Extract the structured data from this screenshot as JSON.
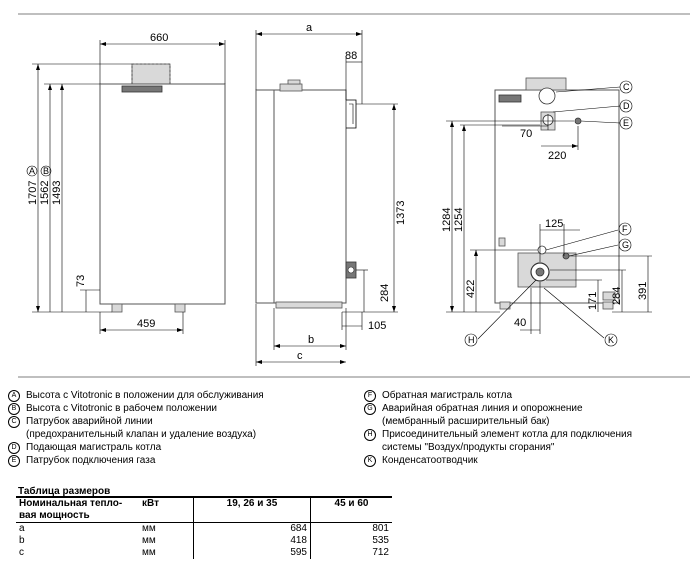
{
  "front_view": {
    "dim_width": "660",
    "dim_a": "1707",
    "dim_b": "1562",
    "dim_h": "1493",
    "dim_small": "73",
    "dim_bottom": "459",
    "marker_a": "A",
    "marker_b": "B"
  },
  "side_view": {
    "dim_a": "a",
    "dim_88": "88",
    "dim_1373": "1373",
    "dim_284": "284",
    "dim_105": "105",
    "dim_b": "b",
    "dim_c": "c"
  },
  "rear_view": {
    "dim_70": "70",
    "dim_220": "220",
    "dim_1284": "1284",
    "dim_1254": "1254",
    "dim_125": "125",
    "dim_422": "422",
    "dim_171": "171",
    "dim_284": "284",
    "dim_391": "391",
    "dim_40": "40",
    "callouts": [
      "C",
      "D",
      "E",
      "F",
      "G",
      "H",
      "K"
    ]
  },
  "legend": {
    "left": [
      {
        "letter": "A",
        "text": "Высота с Vitotronic в положении для обслуживания"
      },
      {
        "letter": "B",
        "text": "Высота с Vitotronic в рабочем положении"
      },
      {
        "letter": "C",
        "text": "Патрубок аварийной линии",
        "text2": "(предохранительный клапан и удаление воздуха)"
      },
      {
        "letter": "D",
        "text": "Подающая магистраль котла"
      },
      {
        "letter": "E",
        "text": "Патрубок подключения газа"
      }
    ],
    "right": [
      {
        "letter": "F",
        "text": "Обратная магистраль котла"
      },
      {
        "letter": "G",
        "text": "Аварийная обратная линия и опорожнение",
        "text2": "(мембранный расширительный бак)"
      },
      {
        "letter": "H",
        "text": "Присоединительный элемент котла для подключения",
        "text2": "системы \"Воздух/продукты сгорания\""
      },
      {
        "letter": "K",
        "text": "Конденсатоотводчик"
      }
    ]
  },
  "table": {
    "title": "Таблица размеров",
    "header": {
      "label": "Номинальная тепло-вая мощность",
      "unit": "кВт",
      "col1": "19, 26 и 35",
      "col2": "45 и 60"
    },
    "rows": [
      {
        "label": "a",
        "unit": "мм",
        "v1": "684",
        "v2": "801"
      },
      {
        "label": "b",
        "unit": "мм",
        "v1": "418",
        "v2": "535"
      },
      {
        "label": "c",
        "unit": "мм",
        "v1": "595",
        "v2": "712"
      }
    ]
  }
}
